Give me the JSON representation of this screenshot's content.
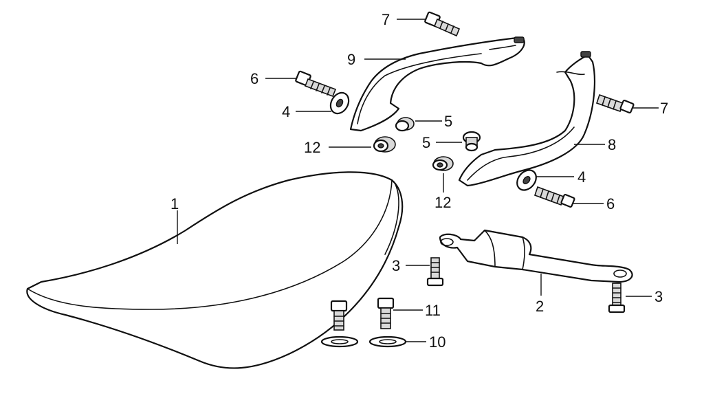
{
  "callouts": {
    "seat": "1",
    "seat_bracket": "2",
    "bracket_bolt_left": "3",
    "bracket_bolt_right": "3",
    "washer_left": "4",
    "washer_right": "4",
    "collar_top": "5",
    "collar_mid": "5",
    "bolt_upper_left": "6",
    "bolt_lower_right": "6",
    "bolt_top": "7",
    "bolt_right": "7",
    "grab_rail_right": "8",
    "grab_rail_left": "9",
    "flat_washer": "10",
    "stud_bolt": "11",
    "rubber_left": "12",
    "rubber_right": "12"
  },
  "colors": {
    "line": "#111111",
    "background": "#ffffff",
    "fill_shade": "#d9d9d9"
  }
}
